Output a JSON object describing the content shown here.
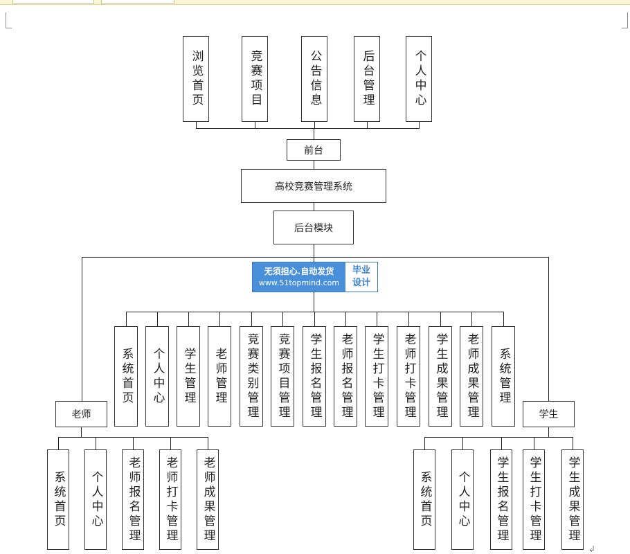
{
  "front": {
    "items": [
      "浏览首页",
      "竞赛项目",
      "公告信息",
      "后台管理",
      "个人中心"
    ],
    "label": "前台"
  },
  "system_title": "高校竞赛管理系统",
  "backend_label": "后台模块",
  "admin_modules": [
    "系统首页",
    "个人中心",
    "学生管理",
    "老师管理",
    "竞赛类别管理",
    "竞赛项目管理",
    "学生报名管理",
    "老师报名管理",
    "学生打卡管理",
    "老师打卡管理",
    "学生成果管理",
    "老师成果管理",
    "系统管理"
  ],
  "teacher": {
    "label": "老师",
    "modules": [
      "系统首页",
      "个人中心",
      "老师报名管理",
      "老师打卡管理",
      "老师成果管理"
    ]
  },
  "student": {
    "label": "学生",
    "modules": [
      "系统首页",
      "个人中心",
      "学生报名管理",
      "学生打卡管理",
      "学生成果管理"
    ]
  },
  "watermark": {
    "slogan": "无须担心.自动发货",
    "url": "www.51topmind.com",
    "badge_line1": "毕业",
    "badge_line2": "设计"
  },
  "paragraph_mark": "↲"
}
